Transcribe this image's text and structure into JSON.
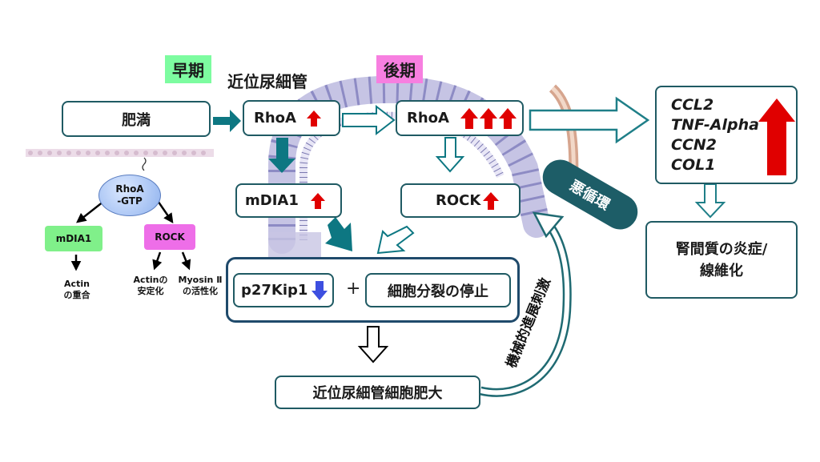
{
  "phases": {
    "early": "早期",
    "late": "後期"
  },
  "tubule_label": "近位尿細管",
  "boxes": {
    "obesity": "肥満",
    "rhoa_early": "RhoA",
    "rhoa_late": "RhoA",
    "mdia1": "mDIA1",
    "rock": "ROCK",
    "p27": "p27Kip1",
    "plus": "+",
    "cell_division_stop": "細胞分裂の停止",
    "hypertrophy": "近位尿細管細胞肥大",
    "inflammation_line1": "腎間質の炎症/",
    "inflammation_line2": "線維化",
    "vicious_cycle": "悪循環",
    "mechanical_stimulus": "機械的進展刺激"
  },
  "genes": [
    "CCL2",
    "TNF-Alpha",
    "CCN2",
    "COL1"
  ],
  "pathway": {
    "rhoa_gtp_line1": "RhoA",
    "rhoa_gtp_line2": "-GTP",
    "mdia1": "mDIA1",
    "rock": "ROCK",
    "actin_line1": "Actin",
    "actin_line2": "の重合",
    "actin_stab_line1": "Actinの",
    "actin_stab_line2": "安定化",
    "myosin_line1": "Myosin Ⅱ",
    "myosin_line2": "の活性化"
  },
  "colors": {
    "teal": "#1f5a63",
    "early_tag": "#7dfca0",
    "late_tag": "#f77fe0",
    "up_arrow": "#e00000",
    "down_arrow": "#3d4fe0",
    "dark_arrow": "#0d7782",
    "mdia1_green": "#80f08a",
    "rock_magenta": "#ee6ee8"
  }
}
